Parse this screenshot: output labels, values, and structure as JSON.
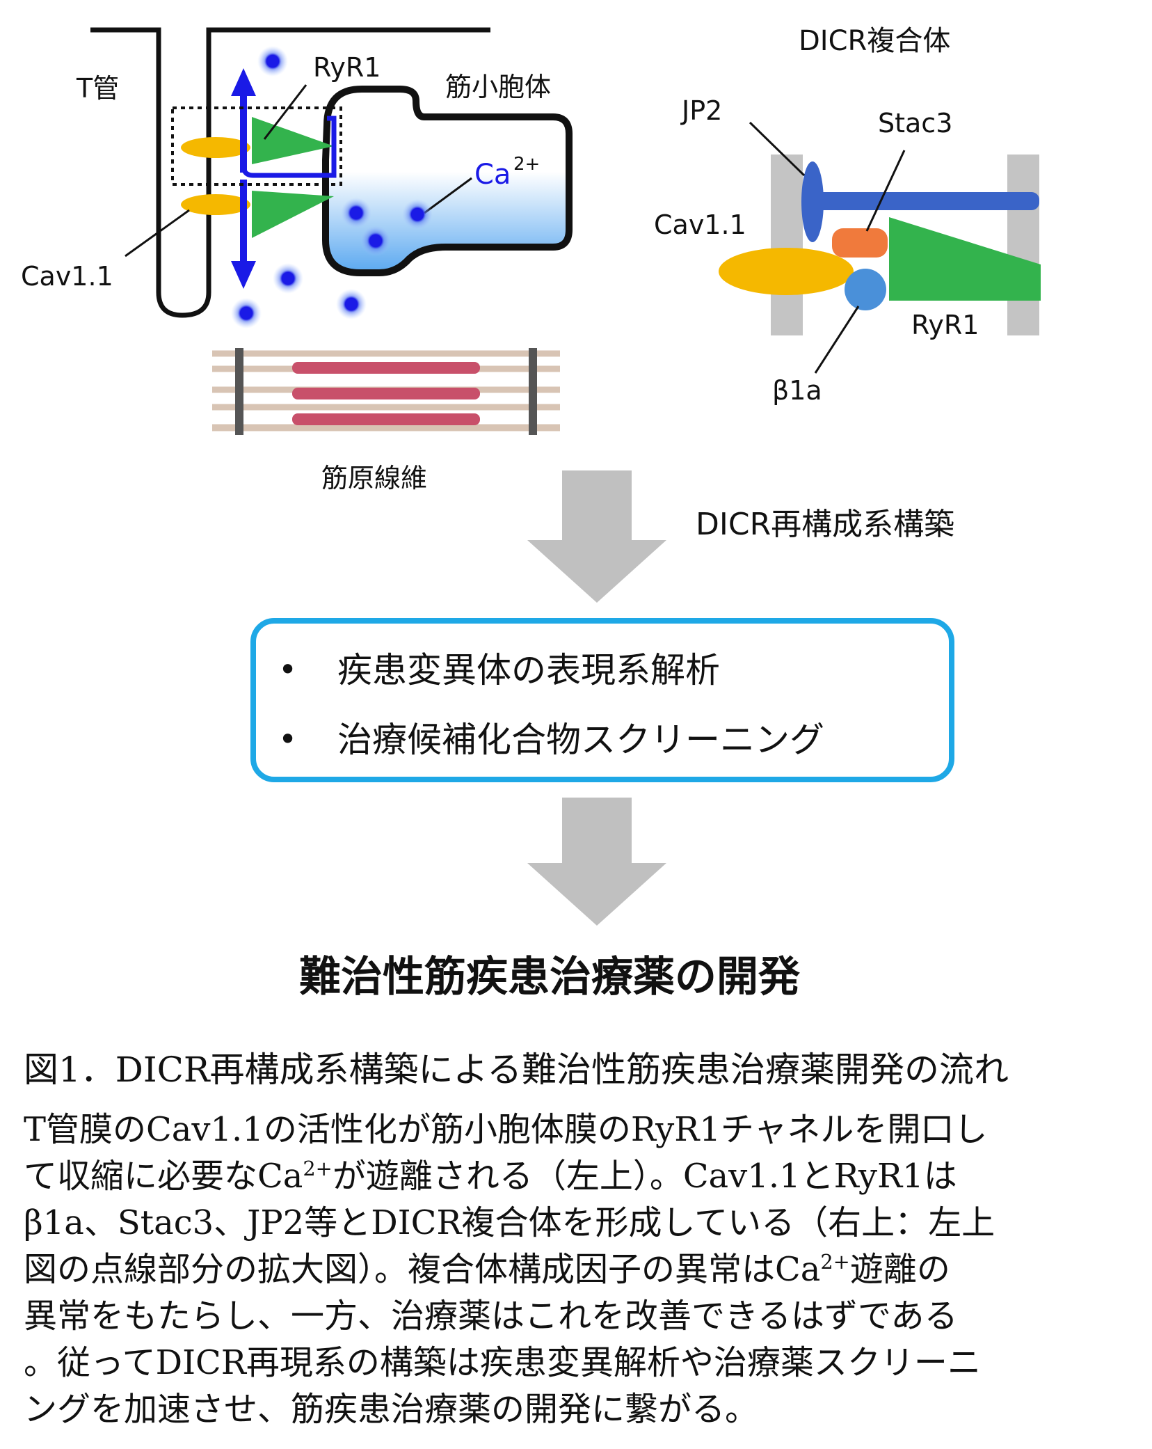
{
  "left_panel": {
    "t_tubule": "T管",
    "ryr1": "RyR1",
    "sr": "筋小胞体",
    "ca_base": "Ca",
    "ca_sup": "2+",
    "cav11": "Cav1.1",
    "myofibril": "筋原線維"
  },
  "right_panel": {
    "title": "DICR複合体",
    "jp2": "JP2",
    "stac3": "Stac3",
    "cav11": "Cav1.1",
    "ryr1": "RyR1",
    "beta1a": "β1a"
  },
  "flow": {
    "step_label": "DICR再構成系構築",
    "bullet_symbol": "•",
    "bullets": [
      "疾患変異体の表現系解析",
      "治療候補化合物スクリーニング"
    ],
    "goal": "難治性筋疾患治療薬の開発"
  },
  "caption": {
    "title": "図1．DICR再構成系構築による難治性筋疾患治療薬開発の流れ",
    "lines": [
      "T管膜のCav1.1の活性化が筋小胞体膜のRyR1チャネルを開口し",
      "て収縮に必要なCa2+が遊離される（左上）。Cav1.1とRyR1は",
      "β1a、Stac3、JP2等とDICR複合体を形成している（右上：左上",
      "図の点線部分の拡大図）。複合体構成因子の異常はCa2+遊離の",
      "異常をもたらし、一方、治療薬はこれを改善できるはずである",
      "。従ってDICR再現系の構築は疾患変異解析や治療薬スクリーニ",
      "ングを加速させ、筋疾患治療薬の開発に繋がる。"
    ]
  },
  "colors": {
    "blue": "#1a1ae6",
    "orange_yellow": "#f5b800",
    "green": "#33b34d",
    "myosin": "#c8506a",
    "gray_arrow": "#c0c0c0",
    "box_border": "#1ea8e6",
    "goal_text": "#1a5fd6",
    "jp2_blue": "#3a64c8",
    "stac3_orange": "#f07a3c",
    "beta_blue": "#4a90d9",
    "membrane_gray": "#c4c4c4"
  }
}
